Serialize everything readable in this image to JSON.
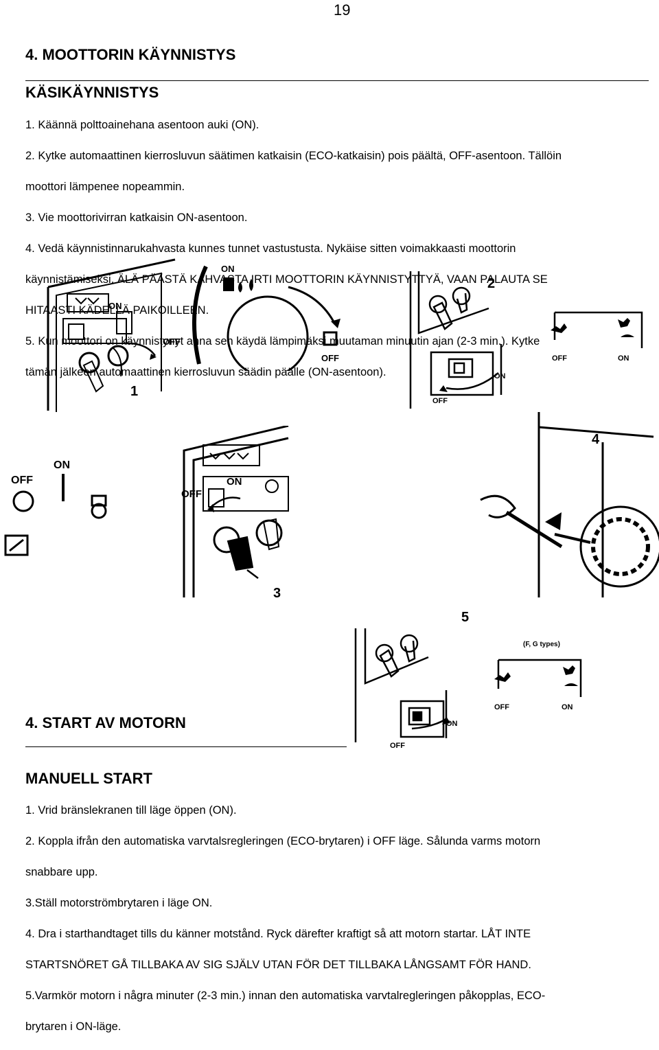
{
  "page_number": "19",
  "fi": {
    "title": "4. MOOTTORIN KÄYNNISTYS",
    "subtitle": "KÄSIKÄYNNISTYS",
    "lines": [
      "1.  Käännä polttoainehana asentoon auki (ON).",
      "2. Kytke automaattinen kierrosluvun säätimen katkaisin (ECO-katkaisin) pois päältä, OFF-asentoon. Tällöin",
      "moottori lämpenee nopeammin.",
      "3. Vie moottorivirran katkaisin ON-asentoon.",
      "4.  Vedä käynnistinnarukahvasta kunnes tunnet vastustusta. Nykäise sitten voimakkaasti moottorin",
      "käynnistämiseksi. ÄLÄ PÄÄSTÄ KAHVASTA IRTI MOOTTORIN KÄYNNISTYTTYÄ, VAAN PALAUTA SE",
      "HITAASTI KÄDELLÄ PAIKOILLEEN.",
      "5. Kun moottori on käynnistynyt anna sen käydä lämpimäksi muutaman minuutin ajan (2-3 min.). Kytke",
      "tämän jälkeen automaattinen kierrosluvun säädin päälle (ON-asentoon)."
    ]
  },
  "figures": {
    "fig1": {
      "num": "1",
      "on": "ON",
      "off": "OFF"
    },
    "fuel": {
      "on": "ON",
      "off": "OFF"
    },
    "fig2": {
      "num": "2",
      "off": "OFF",
      "on": "ON",
      "off2": "OFF",
      "on2": "ON"
    },
    "fig3": {
      "num": "3",
      "on": "ON",
      "off": "OFF",
      "off2": "OFF",
      "on2": "ON"
    },
    "fig4": {
      "num": "4"
    },
    "fig5": {
      "num": "5",
      "types": "(F, G types)",
      "off": "OFF",
      "on": "ON",
      "off2": "OFF",
      "on2": "ON"
    }
  },
  "sv": {
    "title": "4. START AV MOTORN",
    "subtitle": "MANUELL START",
    "lines": [
      "1.  Vrid bränslekranen till läge öppen (ON).",
      "2. Koppla ifrån den automatiska varvtalsregleringen (ECO-brytaren) i OFF läge. Sålunda varms motorn",
      "snabbare upp.",
      "3.Ställ motorströmbrytaren i läge ON.",
      "4.  Dra i starthandtaget tills du känner motstånd. Ryck därefter kraftigt så att motorn startar. LÅT INTE",
      "STARTSNÖRET GÅ TILLBAKA AV SIG SJÄLV UTAN FÖR DET TILLBAKA LÅNGSAMT FÖR HAND.",
      " 5.Varmkör motorn i några minuter (2-3 min.) innan den automatiska varvtalregleringen påkopplas, ECO-",
      "brytaren i ON-läge."
    ]
  }
}
